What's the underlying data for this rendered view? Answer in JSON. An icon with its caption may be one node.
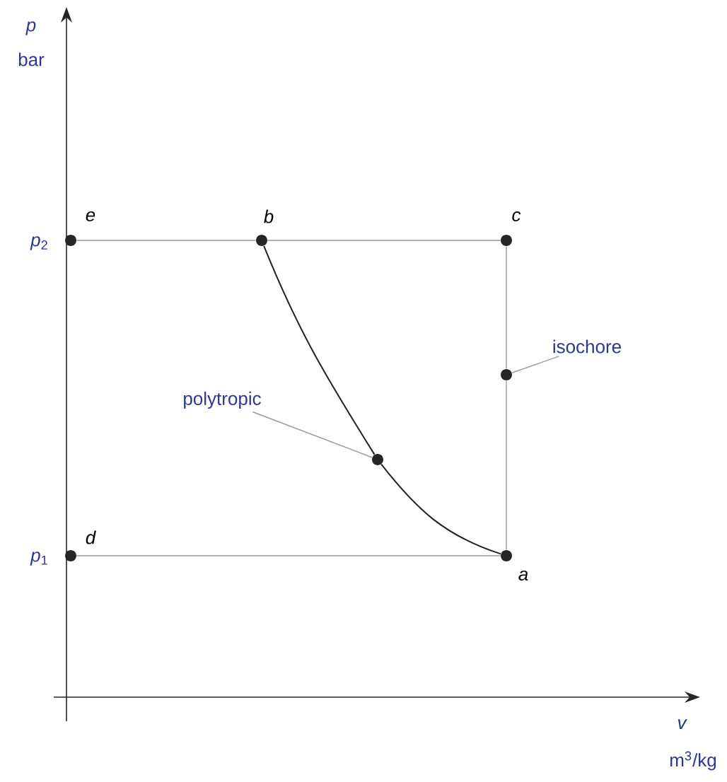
{
  "diagram": {
    "nodes": [
      {
        "text": [],
        "shape": "circle",
        "beside": [
          "e"
        ]
      },
      {
        "text": [],
        "shape": "circle",
        "beside": [
          "b"
        ]
      },
      {
        "text": [],
        "shape": "circle",
        "beside": [
          "c"
        ]
      },
      {
        "text": [],
        "shape": "circle",
        "beside": [
          "d"
        ]
      },
      {
        "text": [],
        "shape": "circle",
        "beside": [
          "a"
        ]
      },
      {
        "text": [],
        "shape": "circle"
      },
      {
        "text": [],
        "shape": "circle"
      },
      {
        "text": [
          "isochore"
        ]
      },
      {
        "text": [
          "polytropic"
        ]
      }
    ],
    "edges": [
      {
        "from": 0,
        "to": 1,
        "arrow": "none"
      },
      {
        "from": 1,
        "to": 2,
        "arrow": "none"
      },
      {
        "from": 2,
        "to": 5,
        "arrow": "none"
      },
      {
        "from": 5,
        "to": 4,
        "arrow": "none"
      },
      {
        "from": 1,
        "to": 6,
        "arrow": "none",
        "color": "#222222"
      },
      {
        "from": 6,
        "to": 4,
        "arrow": "none",
        "color": "#222222"
      },
      {
        "from": 3,
        "to": 4,
        "arrow": "none"
      },
      {
        "from": 7,
        "to": 5,
        "arrow": "none"
      },
      {
        "from": 8,
        "to": 6,
        "arrow": "none"
      }
    ],
    "labels": [
      "p",
      "bar",
      "*p*$_{2}$",
      "*p*$_{1}$",
      "v",
      "m$^{3}$/kg"
    ]
  }
}
